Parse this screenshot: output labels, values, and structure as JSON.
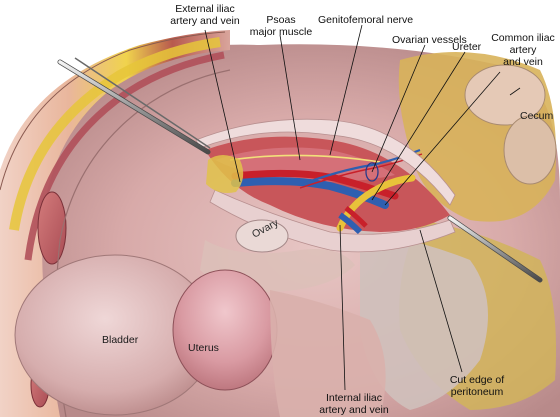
{
  "labels": {
    "external_iliac": "External iliac\nartery and vein",
    "psoas": "Psoas\nmajor muscle",
    "genitofemoral": "Genitofemoral nerve",
    "ovarian_vessels": "Ovarian vessels",
    "ureter": "Ureter",
    "common_iliac": "Common iliac\nartery\nand vein",
    "cecum": "Cecum",
    "ovary": "Ovary",
    "bladder": "Bladder",
    "uterus": "Uterus",
    "internal_iliac": "Internal iliac\nartery and vein",
    "cut_edge": "Cut edge of\nperitoneum"
  },
  "colors": {
    "artery": "#c8202a",
    "vein": "#2f5fb0",
    "ureter": "#e8c23a",
    "muscle": "#c0606a",
    "fat": "#d9c24a",
    "peritoneum": "#e9d4d6"
  }
}
